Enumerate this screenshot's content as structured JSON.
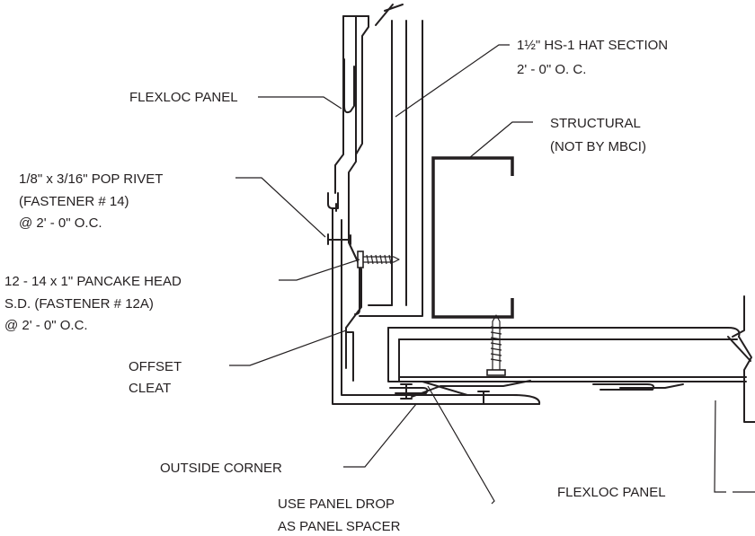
{
  "labels": {
    "flexloc_panel_top": "FLEXLOC PANEL",
    "hat_section_line1": "1½\" HS-1 HAT SECTION",
    "hat_section_line2": "2' - 0\" O. C.",
    "structural_line1": "STRUCTURAL",
    "structural_line2": "(NOT BY MBCI)",
    "pop_rivet_line1": "1/8\" x 3/16\" POP RIVET",
    "pop_rivet_line2": "(FASTENER # 14)",
    "pop_rivet_line3": "@  2' - 0\" O.C.",
    "pancake_line1": "12 - 14 x 1\" PANCAKE HEAD",
    "pancake_line2": "S.D. (FASTENER # 12A)",
    "pancake_line3": "@  2' - 0\" O.C.",
    "offset_cleat_line1": "OFFSET",
    "offset_cleat_line2": "CLEAT",
    "outside_corner": "OUTSIDE CORNER",
    "panel_drop_line1": "USE PANEL DROP",
    "panel_drop_line2": "AS PANEL SPACER",
    "flexloc_panel_bottom": "FLEXLOC PANEL"
  }
}
